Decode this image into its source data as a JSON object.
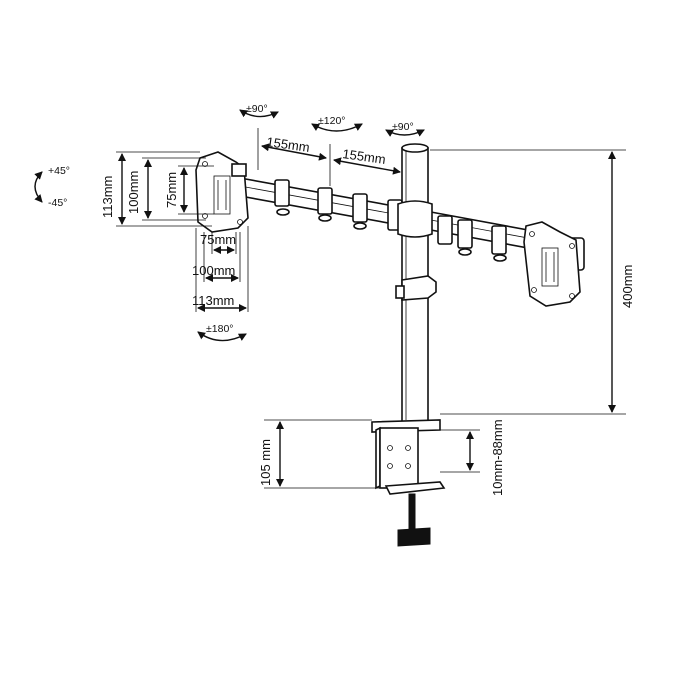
{
  "diagram": {
    "arm_segment_1": "155mm",
    "arm_segment_2": "155mm",
    "vesa_height_113": "113mm",
    "vesa_height_100": "100mm",
    "vesa_height_75": "75mm",
    "vesa_width_75": "75mm",
    "vesa_width_100": "100mm",
    "vesa_width_113": "113mm",
    "pole_height": "400mm",
    "clamp_height": "105 mm",
    "desk_thickness": "10mm-88mm",
    "tilt_up": "+45°",
    "tilt_down": "-45°",
    "rotate_head_left": "±90°",
    "rotate_arm": "±120°",
    "rotate_head_right": "±90°",
    "rotate_screen": "±180°"
  }
}
